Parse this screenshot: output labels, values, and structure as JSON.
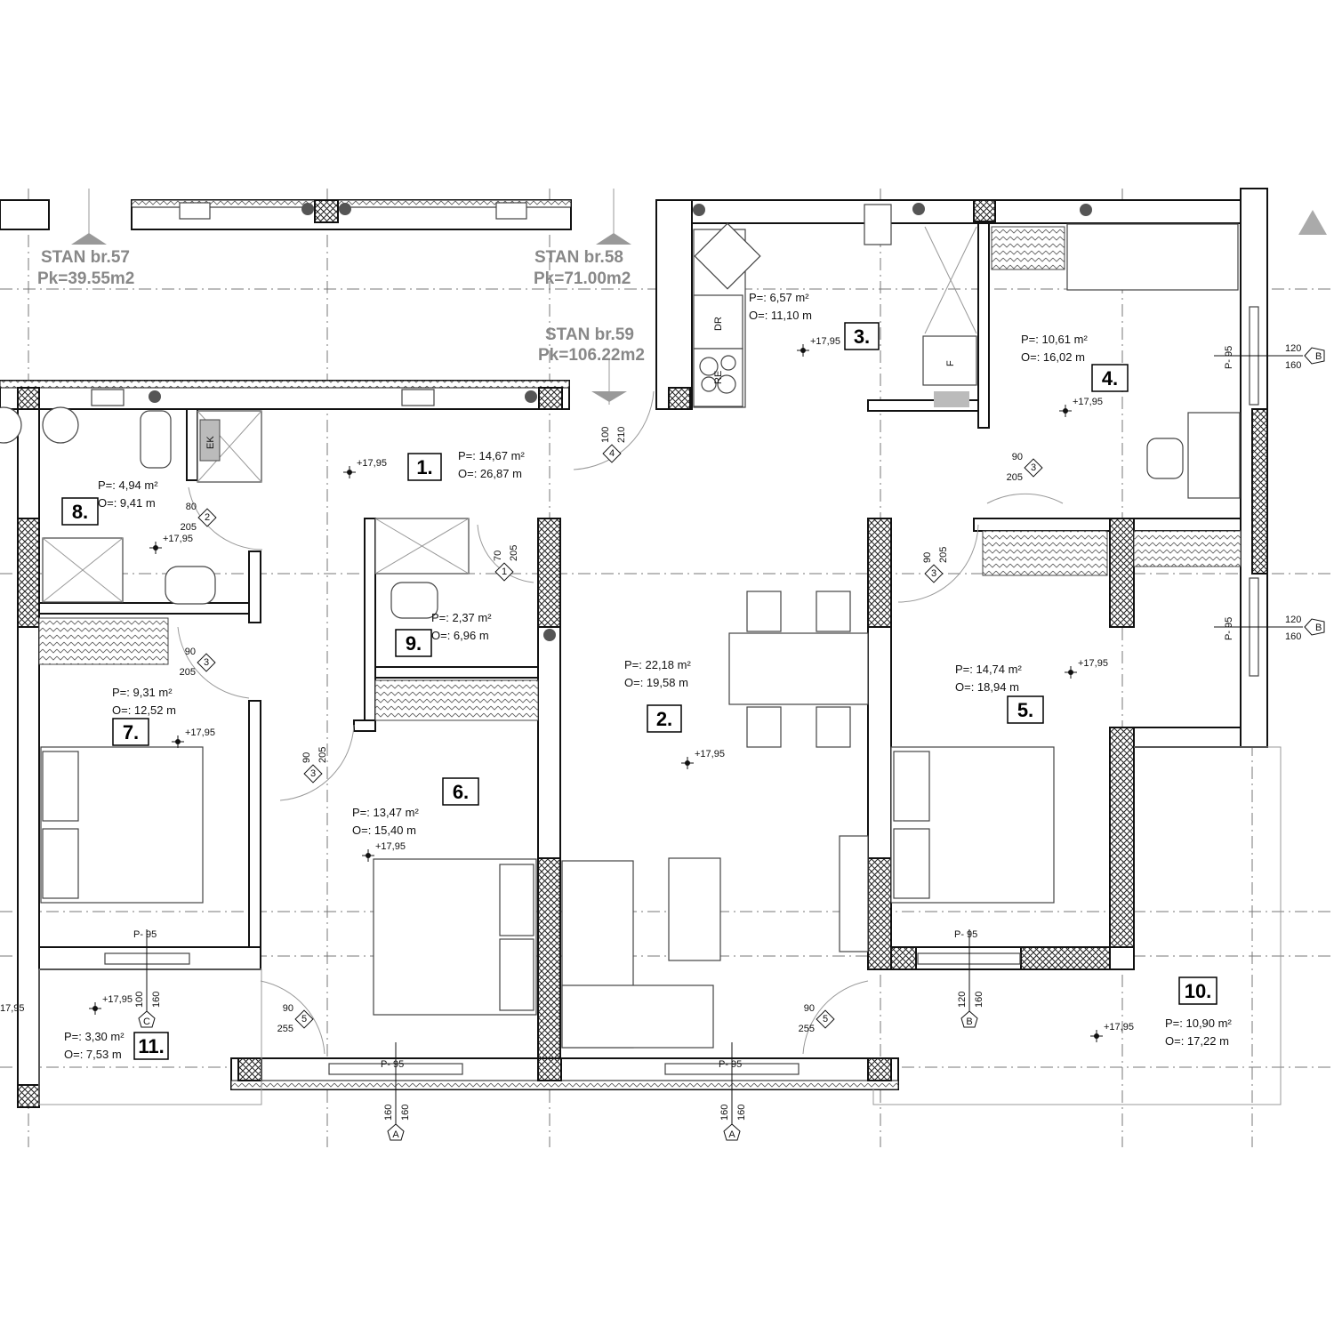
{
  "apartments": [
    {
      "name": "STAN br.57",
      "area": "Pk=39.55m2"
    },
    {
      "name": "STAN br.58",
      "area": "Pk=71.00m2"
    },
    {
      "name": "STAN br.59",
      "area": "Pk=106.22m2"
    }
  ],
  "rooms": [
    {
      "number": "1.",
      "area": "P=: 14,67 m²",
      "perimeter": "O=: 26,87 m",
      "elevation": "+17,95"
    },
    {
      "number": "2.",
      "area": "P=: 22,18 m²",
      "perimeter": "O=: 19,58 m",
      "elevation": "+17,95"
    },
    {
      "number": "3.",
      "area": "P=:  6,57 m²",
      "perimeter": "O=: 11,10 m",
      "elevation": "+17,95"
    },
    {
      "number": "4.",
      "area": "P=: 10,61 m²",
      "perimeter": "O=: 16,02 m",
      "elevation": "+17,95"
    },
    {
      "number": "5.",
      "area": "P=: 14,74 m²",
      "perimeter": "O=: 18,94 m",
      "elevation": "+17,95"
    },
    {
      "number": "6.",
      "area": "P=: 13,47 m²",
      "perimeter": "O=: 15,40 m",
      "elevation": "+17,95"
    },
    {
      "number": "7.",
      "area": "P=:  9,31 m²",
      "perimeter": "O=: 12,52 m",
      "elevation": "+17,95"
    },
    {
      "number": "8.",
      "area": "P=: 4,94 m²",
      "perimeter": "O=: 9,41 m",
      "elevation": "+17,95"
    },
    {
      "number": "9.",
      "area": "P=: 2,37 m²",
      "perimeter": "O=: 6,96 m"
    },
    {
      "number": "10.",
      "area": "P=: 10,90 m²",
      "perimeter": "O=: 17,22 m",
      "elevation": "+17,95"
    },
    {
      "number": "11.",
      "area": "P=: 3,30 m²",
      "perimeter": "O=: 7,53 m",
      "elevation": "+17,95"
    }
  ],
  "left_edge_elevation": "17,95",
  "doors": [
    {
      "width": "100",
      "height": "210",
      "type": "4"
    },
    {
      "width": "80",
      "height": "205",
      "type": "2"
    },
    {
      "width": "70",
      "height": "205",
      "type": "1"
    },
    {
      "width": "90",
      "height": "205",
      "type": "3"
    },
    {
      "width": "90",
      "height": "205",
      "type": "3"
    },
    {
      "width": "90",
      "height": "205",
      "type": "3"
    },
    {
      "width": "90",
      "height": "205",
      "type": "3"
    },
    {
      "width": "90",
      "height": "255",
      "type": "5"
    },
    {
      "width": "90",
      "height": "255",
      "type": "5"
    }
  ],
  "windows": [
    {
      "sill": "P- 95",
      "width": "120",
      "height": "160",
      "type": "B"
    },
    {
      "sill": "P- 95",
      "width": "120",
      "height": "160",
      "type": "B"
    },
    {
      "sill": "P- 95",
      "width": "120",
      "height": "160",
      "type": "B"
    },
    {
      "sill": "P- 95",
      "width": "160",
      "height": "160",
      "type": "A"
    },
    {
      "sill": "P- 95",
      "width": "160",
      "height": "160",
      "type": "A"
    },
    {
      "sill": "P- 95",
      "width": "100",
      "height": "160",
      "type": "C"
    }
  ],
  "fixtures": {
    "boiler": "EK",
    "dishwasher": "DR",
    "range": "RE",
    "fridge": "F"
  },
  "colors": {
    "line": "#111111",
    "stan_text": "#888888",
    "grid": "#777777"
  }
}
